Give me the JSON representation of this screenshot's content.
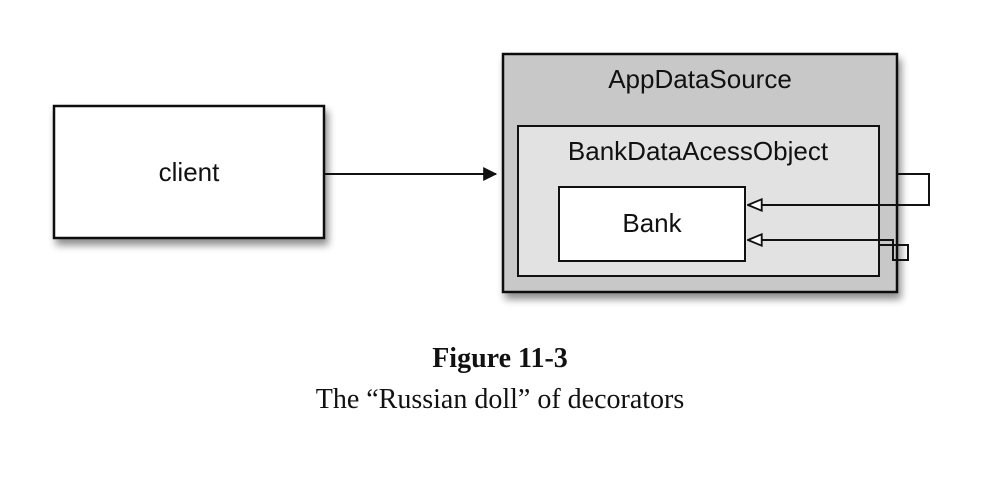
{
  "diagram": {
    "client_label": "client",
    "outer_label": "AppDataSource",
    "middle_label": "BankDataAcessObject",
    "inner_label": "Bank"
  },
  "caption": {
    "figure_label": "Figure 11-3",
    "description": "The “Russian doll” of decorators"
  },
  "colors": {
    "outer_fill": "#c8c8c8",
    "middle_fill": "#e2e2e2",
    "box_fill": "#ffffff",
    "stroke": "#111111"
  }
}
